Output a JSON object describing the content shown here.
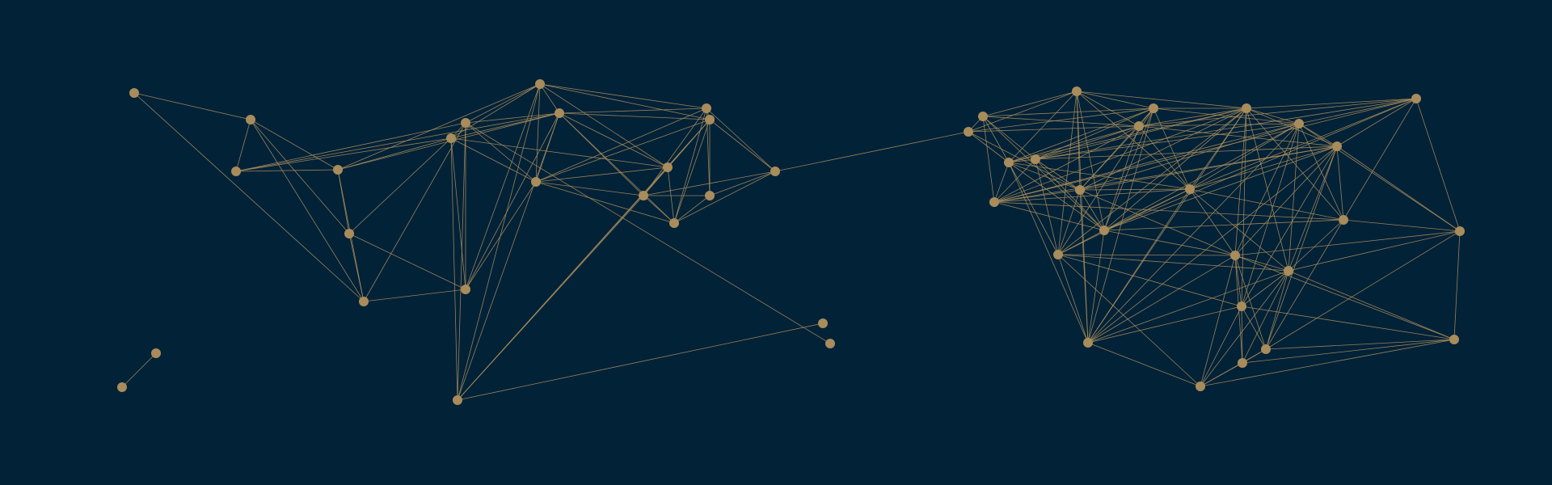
{
  "colors": {
    "background": "#022238",
    "node": "#a98c5b",
    "edge": "#a98c5b"
  },
  "graph": {
    "nodes": [
      "n1",
      "n2",
      "n3",
      "n4",
      "n5",
      "n6",
      "n7",
      "n8",
      "n9",
      "n10",
      "n11",
      "n12",
      "n13",
      "n14",
      "n15",
      "n16",
      "n17",
      "n18",
      "n19",
      "n20",
      "n21",
      "n22",
      "n23",
      "n24",
      "m1",
      "m2",
      "m3",
      "m4",
      "m5",
      "m6",
      "m7",
      "m8",
      "m9",
      "m10",
      "m11",
      "m12",
      "m13",
      "m14",
      "m15",
      "m16",
      "m17",
      "m18",
      "m19",
      "m20",
      "m21",
      "m22",
      "m23",
      "m24",
      "m25",
      "m26"
    ],
    "edges": [
      [
        "n1",
        "n2"
      ],
      [
        "n1",
        "n6"
      ],
      [
        "n2",
        "n3"
      ],
      [
        "n2",
        "n4"
      ],
      [
        "n2",
        "n5"
      ],
      [
        "n2",
        "n6"
      ],
      [
        "n3",
        "n4"
      ],
      [
        "n3",
        "n8"
      ],
      [
        "n3",
        "n9"
      ],
      [
        "n3",
        "n11"
      ],
      [
        "n4",
        "n5"
      ],
      [
        "n4",
        "n6"
      ],
      [
        "n4",
        "n8"
      ],
      [
        "n4",
        "n10"
      ],
      [
        "n4",
        "n11"
      ],
      [
        "n5",
        "n6"
      ],
      [
        "n5",
        "n7"
      ],
      [
        "n5",
        "n8"
      ],
      [
        "n6",
        "n7"
      ],
      [
        "n6",
        "n9"
      ],
      [
        "n7",
        "n8"
      ],
      [
        "n7",
        "n9"
      ],
      [
        "n7",
        "n10"
      ],
      [
        "n7",
        "n11"
      ],
      [
        "n7",
        "n12"
      ],
      [
        "n8",
        "n9"
      ],
      [
        "n8",
        "n10"
      ],
      [
        "n8",
        "n11"
      ],
      [
        "n8",
        "n12"
      ],
      [
        "n8",
        "n13"
      ],
      [
        "n8",
        "n14"
      ],
      [
        "n9",
        "n10"
      ],
      [
        "n9",
        "n11"
      ],
      [
        "n9",
        "n12"
      ],
      [
        "n9",
        "n13"
      ],
      [
        "n10",
        "n11"
      ],
      [
        "n10",
        "n12"
      ],
      [
        "n10",
        "n13"
      ],
      [
        "n10",
        "n14"
      ],
      [
        "n10",
        "n15"
      ],
      [
        "n10",
        "n16"
      ],
      [
        "n11",
        "n12"
      ],
      [
        "n11",
        "n13"
      ],
      [
        "n11",
        "n14"
      ],
      [
        "n11",
        "n15"
      ],
      [
        "n11",
        "n16"
      ],
      [
        "n11",
        "n17"
      ],
      [
        "n11",
        "n18"
      ],
      [
        "n12",
        "n14"
      ],
      [
        "n12",
        "n15"
      ],
      [
        "n12",
        "n16"
      ],
      [
        "n12",
        "n17"
      ],
      [
        "n12",
        "n18"
      ],
      [
        "n13",
        "n14"
      ],
      [
        "n13",
        "n16"
      ],
      [
        "n13",
        "n17"
      ],
      [
        "n14",
        "n16"
      ],
      [
        "n14",
        "n17"
      ],
      [
        "n14",
        "n18"
      ],
      [
        "n15",
        "n16"
      ],
      [
        "n15",
        "n17"
      ],
      [
        "n15",
        "n18"
      ],
      [
        "n15",
        "n19"
      ],
      [
        "n15",
        "n20"
      ],
      [
        "n16",
        "n17"
      ],
      [
        "n16",
        "n18"
      ],
      [
        "n16",
        "n19"
      ],
      [
        "n16",
        "n20"
      ],
      [
        "n17",
        "n18"
      ],
      [
        "n17",
        "n19"
      ],
      [
        "n17",
        "n20"
      ],
      [
        "n18",
        "n19"
      ],
      [
        "n18",
        "n20"
      ],
      [
        "n19",
        "n20"
      ],
      [
        "n21",
        "n22"
      ],
      [
        "n23",
        "n13"
      ],
      [
        "n24",
        "n9"
      ],
      [
        "n20",
        "m1"
      ],
      [
        "m1",
        "m2"
      ],
      [
        "m1",
        "m3"
      ],
      [
        "m1",
        "m4"
      ],
      [
        "m1",
        "m5"
      ],
      [
        "m1",
        "m6"
      ],
      [
        "m1",
        "m9"
      ],
      [
        "m2",
        "m3"
      ],
      [
        "m2",
        "m4"
      ],
      [
        "m2",
        "m5"
      ],
      [
        "m2",
        "m6"
      ],
      [
        "m2",
        "m7"
      ],
      [
        "m2",
        "m8"
      ],
      [
        "m2",
        "m10"
      ],
      [
        "m3",
        "m4"
      ],
      [
        "m3",
        "m5"
      ],
      [
        "m3",
        "m6"
      ],
      [
        "m3",
        "m9"
      ],
      [
        "m3",
        "m10"
      ],
      [
        "m3",
        "m11"
      ],
      [
        "m3",
        "m12"
      ],
      [
        "m3",
        "m15"
      ],
      [
        "m3",
        "m16"
      ],
      [
        "m4",
        "m5"
      ],
      [
        "m4",
        "m6"
      ],
      [
        "m4",
        "m7"
      ],
      [
        "m4",
        "m9"
      ],
      [
        "m4",
        "m10"
      ],
      [
        "m4",
        "m11"
      ],
      [
        "m4",
        "m12"
      ],
      [
        "m4",
        "m13"
      ],
      [
        "m4",
        "m15"
      ],
      [
        "m4",
        "m16"
      ],
      [
        "m5",
        "m6"
      ],
      [
        "m5",
        "m7"
      ],
      [
        "m5",
        "m8"
      ],
      [
        "m5",
        "m9"
      ],
      [
        "m5",
        "m10"
      ],
      [
        "m5",
        "m11"
      ],
      [
        "m5",
        "m12"
      ],
      [
        "m5",
        "m13"
      ],
      [
        "m5",
        "m14"
      ],
      [
        "m5",
        "m17"
      ],
      [
        "m6",
        "m7"
      ],
      [
        "m6",
        "m8"
      ],
      [
        "m6",
        "m9"
      ],
      [
        "m6",
        "m10"
      ],
      [
        "m6",
        "m11"
      ],
      [
        "m6",
        "m12"
      ],
      [
        "m6",
        "m15"
      ],
      [
        "m6",
        "m16"
      ],
      [
        "m7",
        "m8"
      ],
      [
        "m7",
        "m9"
      ],
      [
        "m7",
        "m10"
      ],
      [
        "m7",
        "m12"
      ],
      [
        "m7",
        "m13"
      ],
      [
        "m7",
        "m14"
      ],
      [
        "m7",
        "m15"
      ],
      [
        "m7",
        "m17"
      ],
      [
        "m8",
        "m9"
      ],
      [
        "m8",
        "m10"
      ],
      [
        "m8",
        "m11"
      ],
      [
        "m8",
        "m12"
      ],
      [
        "m8",
        "m13"
      ],
      [
        "m8",
        "m14"
      ],
      [
        "m8",
        "m17"
      ],
      [
        "m8",
        "m19"
      ],
      [
        "m9",
        "m10"
      ],
      [
        "m9",
        "m11"
      ],
      [
        "m9",
        "m12"
      ],
      [
        "m9",
        "m13"
      ],
      [
        "m9",
        "m15"
      ],
      [
        "m9",
        "m16"
      ],
      [
        "m9",
        "m17"
      ],
      [
        "m9",
        "m18"
      ],
      [
        "m10",
        "m11"
      ],
      [
        "m10",
        "m12"
      ],
      [
        "m10",
        "m13"
      ],
      [
        "m10",
        "m14"
      ],
      [
        "m10",
        "m15"
      ],
      [
        "m10",
        "m16"
      ],
      [
        "m10",
        "m17"
      ],
      [
        "m10",
        "m18"
      ],
      [
        "m10",
        "m19"
      ],
      [
        "m11",
        "m12"
      ],
      [
        "m11",
        "m13"
      ],
      [
        "m11",
        "m14"
      ],
      [
        "m11",
        "m15"
      ],
      [
        "m11",
        "m16"
      ],
      [
        "m11",
        "m17"
      ],
      [
        "m11",
        "m18"
      ],
      [
        "m11",
        "m19"
      ],
      [
        "m11",
        "m20"
      ],
      [
        "m12",
        "m13"
      ],
      [
        "m12",
        "m14"
      ],
      [
        "m12",
        "m15"
      ],
      [
        "m12",
        "m16"
      ],
      [
        "m12",
        "m17"
      ],
      [
        "m12",
        "m18"
      ],
      [
        "m12",
        "m19"
      ],
      [
        "m12",
        "m20"
      ],
      [
        "m12",
        "m21"
      ],
      [
        "m13",
        "m14"
      ],
      [
        "m13",
        "m16"
      ],
      [
        "m13",
        "m17"
      ],
      [
        "m13",
        "m18"
      ],
      [
        "m13",
        "m19"
      ],
      [
        "m13",
        "m20"
      ],
      [
        "m13",
        "m21"
      ],
      [
        "m13",
        "m22"
      ],
      [
        "m14",
        "m17"
      ],
      [
        "m14",
        "m19"
      ],
      [
        "m14",
        "m22"
      ],
      [
        "m15",
        "m16"
      ],
      [
        "m15",
        "m18"
      ],
      [
        "m15",
        "m20"
      ],
      [
        "m15",
        "m21"
      ],
      [
        "m15",
        "m23"
      ],
      [
        "m16",
        "m17"
      ],
      [
        "m16",
        "m18"
      ],
      [
        "m16",
        "m20"
      ],
      [
        "m16",
        "m21"
      ],
      [
        "m16",
        "m23"
      ],
      [
        "m17",
        "m18"
      ],
      [
        "m17",
        "m19"
      ],
      [
        "m17",
        "m20"
      ],
      [
        "m17",
        "m21"
      ],
      [
        "m17",
        "m22"
      ],
      [
        "m17",
        "m24"
      ],
      [
        "m18",
        "m20"
      ],
      [
        "m18",
        "m21"
      ],
      [
        "m18",
        "m22"
      ],
      [
        "m18",
        "m23"
      ],
      [
        "m18",
        "m24"
      ],
      [
        "m18",
        "m25"
      ],
      [
        "m18",
        "m26"
      ],
      [
        "m19",
        "m20"
      ],
      [
        "m19",
        "m22"
      ],
      [
        "m19",
        "m24"
      ],
      [
        "m20",
        "m21"
      ],
      [
        "m20",
        "m22"
      ],
      [
        "m20",
        "m23"
      ],
      [
        "m20",
        "m24"
      ],
      [
        "m20",
        "m25"
      ],
      [
        "m20",
        "m26"
      ],
      [
        "m21",
        "m23"
      ],
      [
        "m21",
        "m24"
      ],
      [
        "m21",
        "m25"
      ],
      [
        "m21",
        "m26"
      ],
      [
        "m22",
        "m24"
      ],
      [
        "m22",
        "m25"
      ],
      [
        "m23",
        "m24"
      ],
      [
        "m23",
        "m25"
      ],
      [
        "m23",
        "m26"
      ],
      [
        "m24",
        "m25"
      ],
      [
        "m24",
        "m26"
      ],
      [
        "m25",
        "m26"
      ]
    ]
  }
}
